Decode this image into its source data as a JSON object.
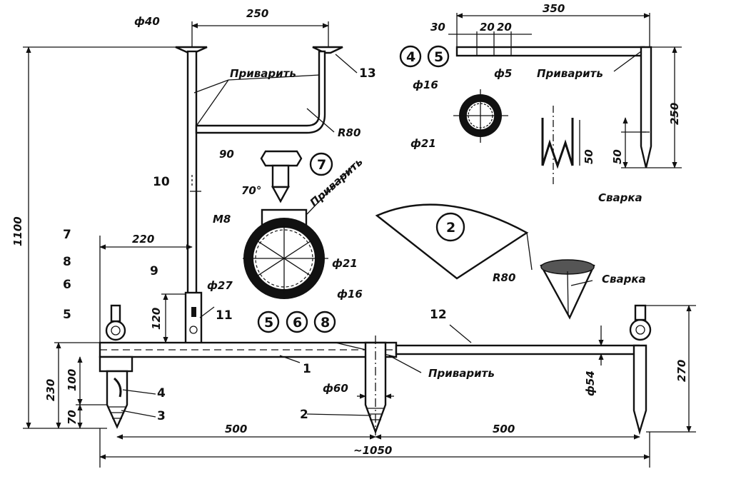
{
  "dims": {
    "d40": "ф40",
    "d250_top": "250",
    "d350": "350",
    "d30": "30",
    "d20a": "20",
    "d20b": "20",
    "d5": "ф5",
    "d16_small": "ф16",
    "d21_small": "ф21",
    "d250_right": "250",
    "d50_a": "50",
    "d50_b": "50",
    "r80_top": "R80",
    "a90": "90",
    "a70": "70°",
    "m8": "M8",
    "d21_big": "ф21",
    "d27": "ф27",
    "d16_big": "ф16",
    "r80_sector": "R80",
    "d1100": "1100",
    "d220": "220",
    "d120": "120",
    "d230": "230",
    "d100": "100",
    "d70": "70",
    "d60": "ф60",
    "d54": "ф54",
    "d270": "270",
    "d500_left": "500",
    "d500_right": "500",
    "d1050": "~1050"
  },
  "labels": {
    "weld_top": "Приварить",
    "weld_right_top": "Приварить",
    "weld_collar": "Приварить",
    "weld_bottom": "Приварить",
    "svarka_right": "Сварка",
    "svarka_cone": "Сварка"
  },
  "parts": {
    "p1": "1",
    "p2": "2",
    "p3": "3",
    "p4": "4",
    "p5": "5",
    "p6": "6",
    "p7": "7",
    "p8": "8",
    "p9": "9",
    "p10": "10",
    "p11": "11",
    "p12": "12",
    "p13": "13"
  },
  "circled": {
    "c4": "4",
    "c5a": "5",
    "c7": "7",
    "c2": "2",
    "c5b": "5",
    "c6": "6",
    "c8": "8"
  }
}
